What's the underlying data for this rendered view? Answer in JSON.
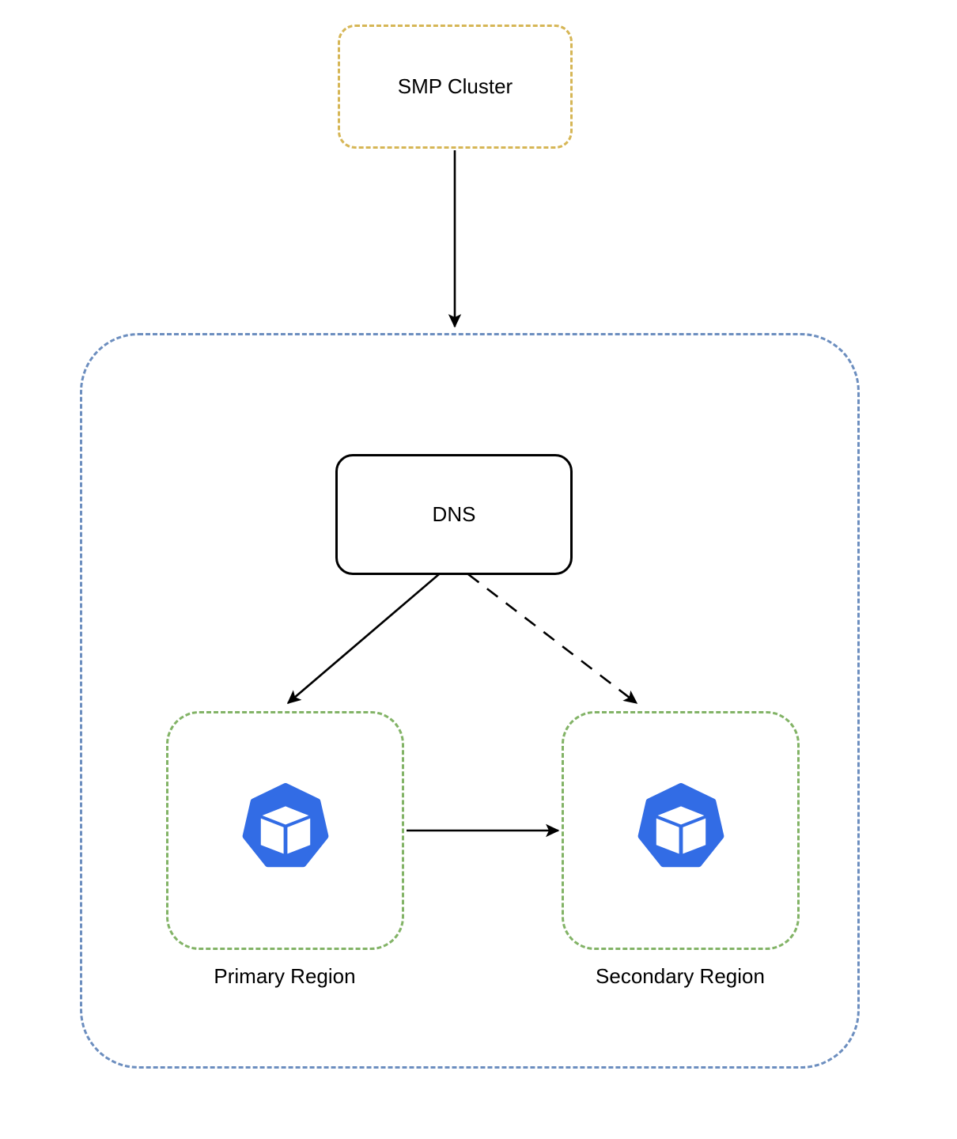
{
  "diagram": {
    "type": "architecture-diagram",
    "background_color": "#ffffff",
    "nodes": {
      "smp_cluster": {
        "label": "SMP Cluster",
        "shape": "rounded-rectangle",
        "border_style": "dashed",
        "border_color": "#d6b656",
        "fill_color": "#ffffff"
      },
      "platform_container": {
        "label": "",
        "shape": "rounded-rectangle",
        "border_style": "dashed",
        "border_color": "#6c8ebf",
        "fill_color": "transparent"
      },
      "dns": {
        "label": "DNS",
        "shape": "rounded-rectangle",
        "border_style": "solid",
        "border_color": "#000000",
        "fill_color": "#ffffff"
      },
      "primary_region": {
        "label": "Primary Region",
        "shape": "rounded-rectangle",
        "border_style": "dashed",
        "border_color": "#82b366",
        "fill_color": "#ffffff",
        "icon": "kubernetes-icon",
        "icon_color": "#326ce5"
      },
      "secondary_region": {
        "label": "Secondary Region",
        "shape": "rounded-rectangle",
        "border_style": "dashed",
        "border_color": "#82b366",
        "fill_color": "#ffffff",
        "icon": "kubernetes-icon",
        "icon_color": "#326ce5"
      }
    },
    "edges": [
      {
        "id": "smp-to-platform",
        "from": "smp_cluster",
        "to": "platform_container",
        "style": "solid",
        "color": "#000000",
        "arrowhead": "filled-triangle",
        "label": ""
      },
      {
        "id": "dns-to-primary",
        "from": "dns",
        "to": "primary_region",
        "style": "solid",
        "color": "#000000",
        "arrowhead": "filled-triangle",
        "label": ""
      },
      {
        "id": "dns-to-secondary",
        "from": "dns",
        "to": "secondary_region",
        "style": "dashed",
        "color": "#000000",
        "arrowhead": "filled-triangle",
        "label": ""
      },
      {
        "id": "primary-to-secondary",
        "from": "primary_region",
        "to": "secondary_region",
        "style": "solid",
        "color": "#000000",
        "arrowhead": "filled-triangle",
        "label": ""
      }
    ]
  }
}
